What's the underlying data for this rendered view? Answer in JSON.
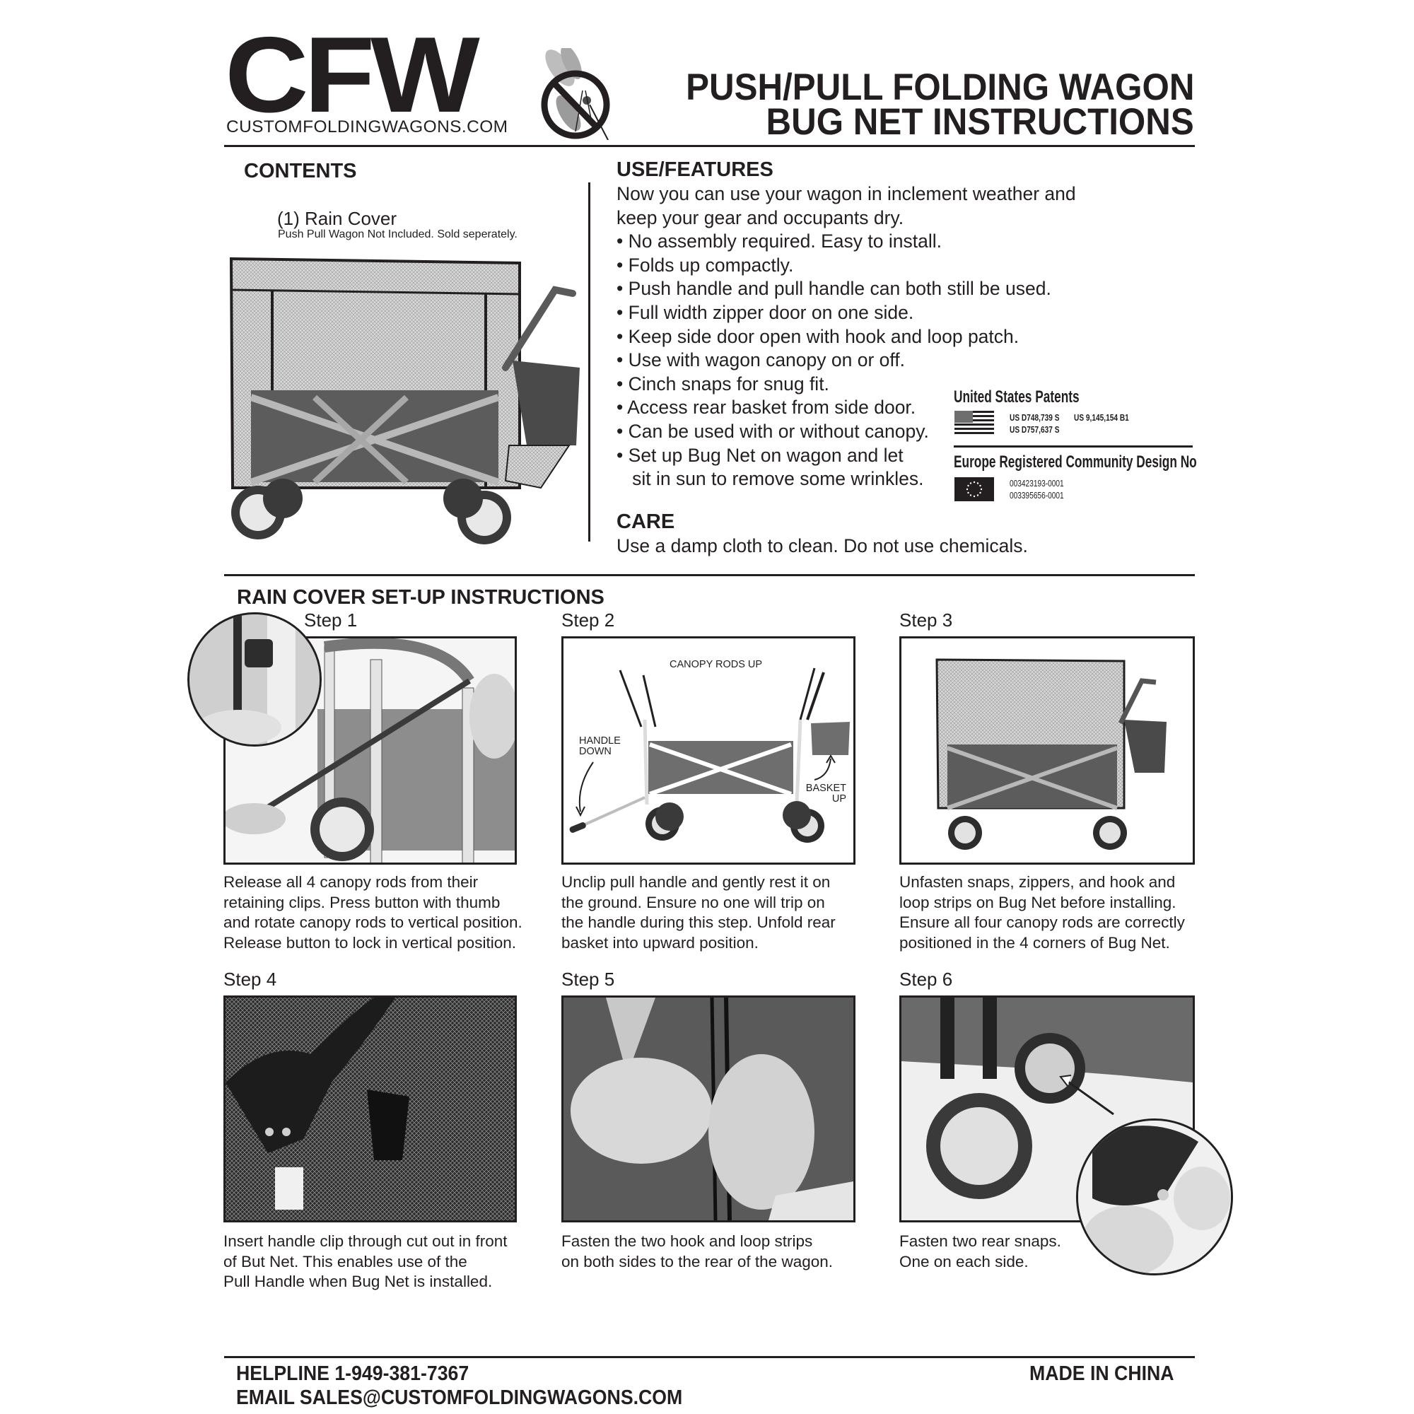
{
  "header": {
    "logo": "CFW",
    "logo_url": "CUSTOMFOLDINGWAGONS.COM",
    "icon": "no-bugs-icon",
    "title_line1": "PUSH/PULL FOLDING WAGON",
    "title_line2": "BUG NET INSTRUCTIONS"
  },
  "contents": {
    "heading": "CONTENTS",
    "item": "(1) Rain Cover",
    "note": "Push Pull Wagon Not Included. Sold seperately.",
    "image": "wagon-with-bug-net-photo"
  },
  "features": {
    "heading": "USE/FEATURES",
    "intro_line1": "Now you can use your wagon in inclement weather and",
    "intro_line2": "keep your gear and occupants dry.",
    "bullets": [
      "• No assembly required. Easy to install.",
      "• Folds up compactly.",
      "• Push handle and pull handle can both still be used.",
      "• Full width zipper door on one side.",
      "• Keep side door open with hook and loop patch.",
      "• Use with wagon canopy on or off.",
      "• Cinch snaps for snug fit.",
      "• Access rear basket from side door.",
      "• Can be used with or without canopy.",
      "• Set up Bug Net on wagon and let",
      "   sit in sun to remove some wrinkles."
    ]
  },
  "care": {
    "heading": "CARE",
    "text": "Use a damp cloth to clean. Do not use chemicals."
  },
  "patents": {
    "us_title": "United States Patents",
    "us_numbers": [
      "US D748,739 S",
      "US 9,145,154 B1",
      "US D757,637 S"
    ],
    "eu_title": "Europe Registered Community Design No",
    "eu_numbers": [
      "003423193-0001",
      "003395656-0001"
    ]
  },
  "instructions": {
    "heading": "RAIN COVER SET-UP INSTRUCTIONS",
    "steps": [
      {
        "label": "Step 1",
        "caption": [
          "Release all 4 canopy rods from their",
          "retaining clips. Press button with thumb",
          "and rotate canopy rods to vertical position.",
          "Release button to lock in vertical position."
        ]
      },
      {
        "label": "Step 2",
        "caption": [
          "Unclip pull handle and gently rest it on",
          "the ground. Ensure no one will trip on",
          "the handle during this step. Unfold rear",
          "basket into upward position."
        ],
        "annotations": {
          "canopy": "CANOPY RODS UP",
          "handle_line1": "HANDLE",
          "handle_line2": "DOWN",
          "basket_line1": "BASKET",
          "basket_line2": "UP"
        }
      },
      {
        "label": "Step 3",
        "caption": [
          "Unfasten snaps, zippers, and hook and",
          "loop strips on Bug Net before installing.",
          "Ensure all four canopy rods are correctly",
          "positioned in the 4 corners of Bug Net."
        ]
      },
      {
        "label": "Step 4",
        "caption": [
          "Insert handle clip through cut out in front",
          "of But Net. This enables use of the",
          "Pull Handle when Bug Net is installed."
        ]
      },
      {
        "label": "Step 5",
        "caption": [
          "Fasten the two hook and loop strips",
          "on both sides to the rear of the wagon."
        ]
      },
      {
        "label": "Step 6",
        "caption": [
          "Fasten two rear snaps.",
          "One on each side."
        ]
      }
    ]
  },
  "footer": {
    "helpline": "HELPLINE 1-949-381-7367",
    "email": "EMAIL SALES@CUSTOMFOLDINGWAGONS.COM",
    "origin": "MADE IN CHINA"
  },
  "colors": {
    "ink": "#231f20",
    "paper": "#ffffff",
    "photo_gray": "#8a8a8a"
  }
}
